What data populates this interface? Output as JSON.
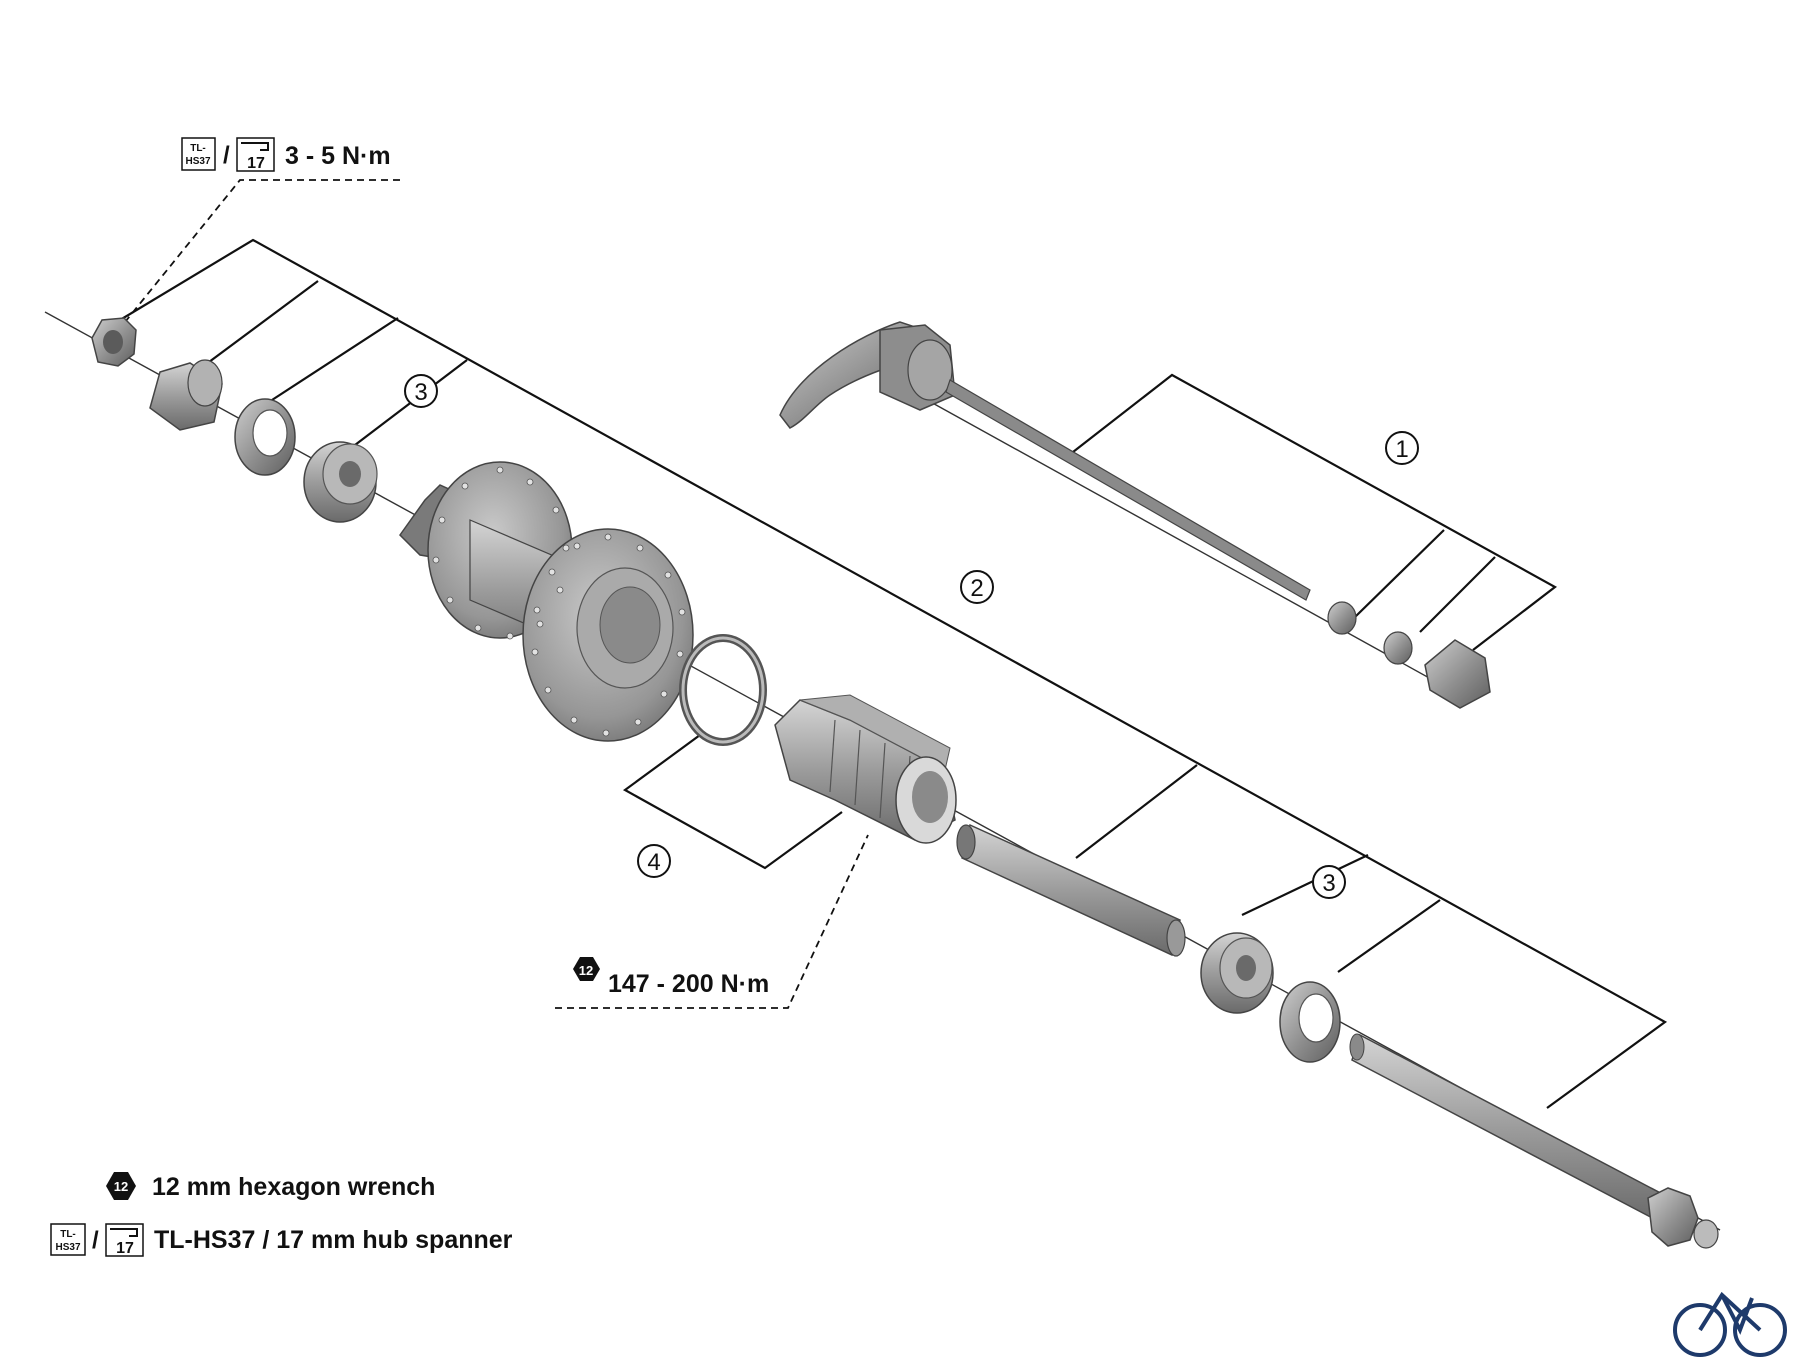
{
  "torque_top": {
    "tool_a_line1": "TL-",
    "tool_a_line2": "HS37",
    "sep": "/",
    "tool_b": "17",
    "value": "3 - 5 N·m"
  },
  "torque_mid": {
    "tool": "12",
    "value": "147 - 200 N·m"
  },
  "callouts": {
    "c1": "1",
    "c2": "2",
    "c3a": "3",
    "c3b": "3",
    "c4": "4"
  },
  "legend": {
    "wrench": {
      "icon_text": "12",
      "label": "12 mm hexagon wrench"
    },
    "spanner": {
      "tool_a_line1": "TL-",
      "tool_a_line2": "HS37",
      "sep": "/",
      "tool_b": "17",
      "label": "TL-HS37 / 17 mm hub spanner"
    }
  },
  "colors": {
    "part_dark": "#6e6e6e",
    "part_mid": "#9a9a9a",
    "part_light": "#c8c8c8",
    "line": "#111111",
    "logo": "#1e3a6b"
  },
  "icons": [
    "tl-hs37-tool-icon",
    "hub-spanner-17-icon",
    "hex-wrench-12-icon",
    "bicycle-logo-icon"
  ]
}
